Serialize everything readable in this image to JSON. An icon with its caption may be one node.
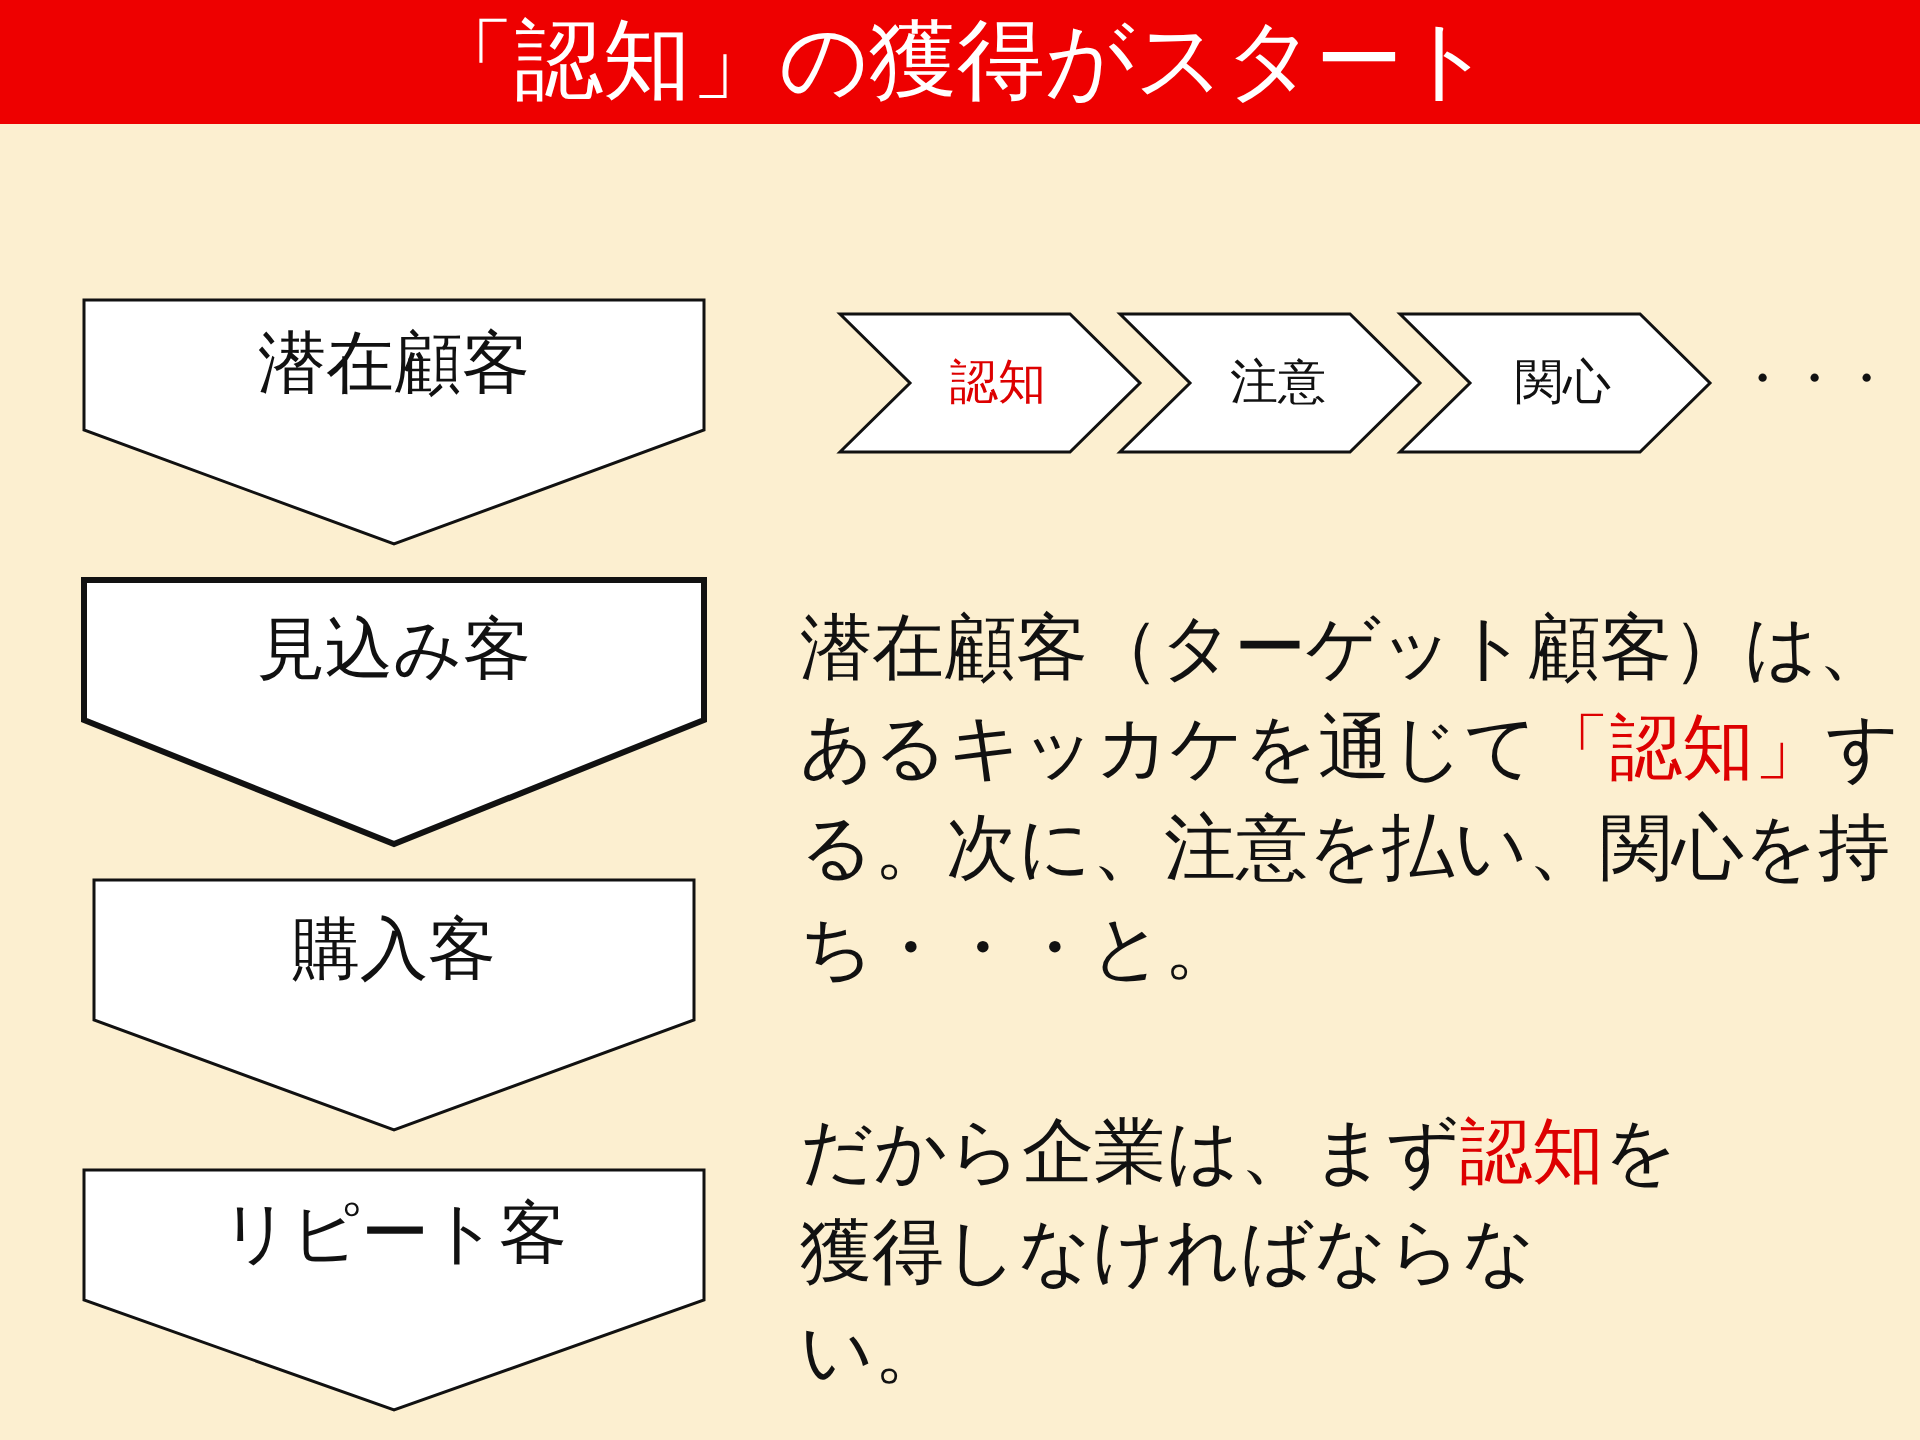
{
  "diagram": {
    "title": "「認知」の獲得がスタート",
    "nodes": [
      {
        "text": [
          "潜在顧客"
        ]
      },
      {
        "text": [
          "見込み客"
        ]
      },
      {
        "text": [
          "購入客"
        ]
      },
      {
        "text": [
          "リピート客"
        ]
      },
      {
        "text": [
          "認知"
        ]
      },
      {
        "text": [
          "注意"
        ]
      },
      {
        "text": [
          "関心"
        ]
      }
    ],
    "labels": [
      "・・・",
      "潜在顧客（ターゲット顧客）は、あるキッカケを通じて",
      "「認知」",
      "する。次に、注意を払い、関心を持ち・・・と。",
      "だから企業は、まず",
      "認知",
      "を獲得しなければならない。"
    ]
  }
}
